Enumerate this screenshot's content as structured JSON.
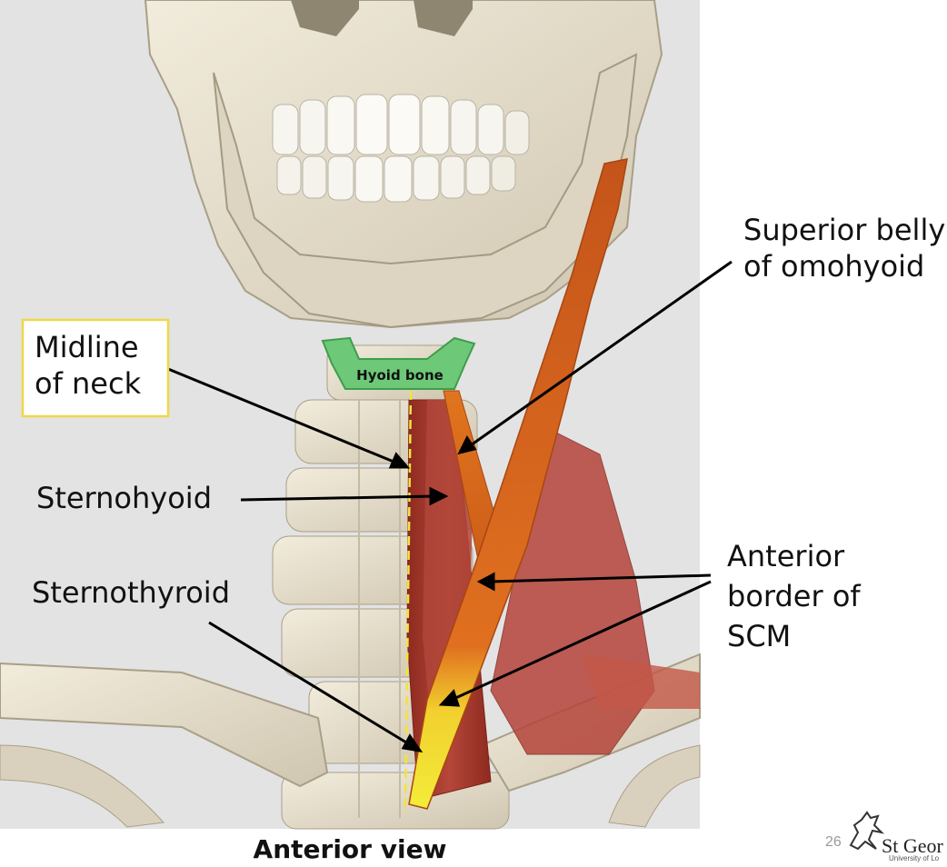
{
  "diagram": {
    "view_caption": "Anterior view",
    "hyoid_label": "Hyoid bone",
    "labels": {
      "midline_line1": "Midline",
      "midline_line2": "of neck",
      "sternohyoid": "Sternohyoid",
      "sternothyroid": "Sternothyroid",
      "omohyoid_line1": "Superior belly",
      "omohyoid_line2": "of omohyoid",
      "scm_line1": "Anterior",
      "scm_line2": "border of",
      "scm_line3": "SCM"
    }
  },
  "footer": {
    "page_number": "26",
    "logo_text": "St Geor",
    "logo_subtext": "University of Lo"
  },
  "colors": {
    "background": "#e3e3e3",
    "bone": "#e6dfcd",
    "hyoid_highlight": "#6dc878",
    "muscle_red": "#a23a2c",
    "omohyoid_orange": "#d9651c",
    "tendon_yellow": "#f0ea3a",
    "midline_dash": "#f2e43a",
    "label_box_border": "#ecd84a"
  }
}
